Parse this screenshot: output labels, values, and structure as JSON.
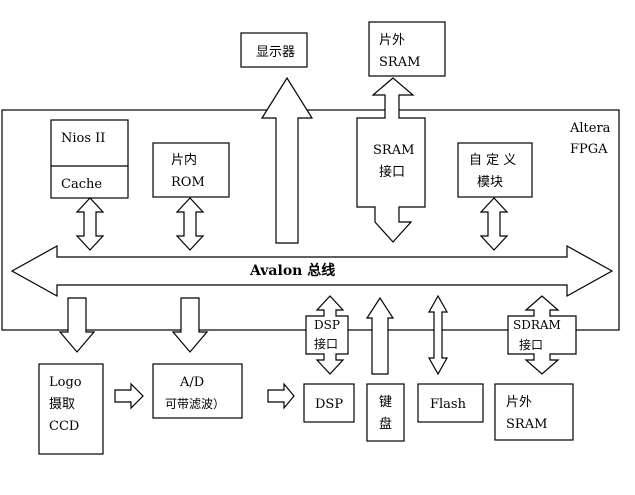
{
  "fpga": {
    "line1": "Altera",
    "line2": "FPGA"
  },
  "bus": {
    "label": "Avalon 总线"
  },
  "blocks": {
    "display": {
      "line1": "显示器"
    },
    "sram_external_top": {
      "line1": "片外",
      "line2": "SRAM"
    },
    "nios": {
      "line1": "Nios II",
      "line2": "Cache"
    },
    "rom": {
      "line1": "片内",
      "line2": "ROM"
    },
    "sram_interface": {
      "line1": "SRAM",
      "line2": "接口"
    },
    "custom_module": {
      "line1": "自 定 义",
      "line2": "模块"
    },
    "dsp_interface": {
      "line1": "DSP",
      "line2": "接口"
    },
    "sdram_interface": {
      "line1": "SDRAM",
      "line2": "接口"
    },
    "logo_ccd": {
      "line1": "Logo",
      "line2": "摄取",
      "line3": "CCD"
    },
    "ad_filter": {
      "line1": "A/D",
      "line2": "可带滤波）"
    },
    "dsp": {
      "line1": "DSP"
    },
    "keyboard": {
      "line1": "键",
      "line2": "盘"
    },
    "flash": {
      "line1": "Flash"
    },
    "sram_external_bottom": {
      "line1": "片外",
      "line2": "SRAM"
    }
  }
}
